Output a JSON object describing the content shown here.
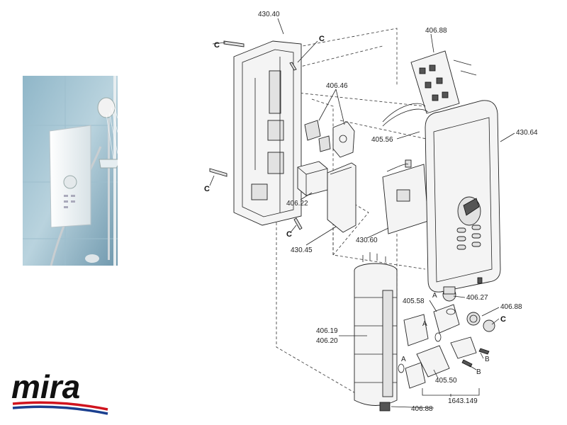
{
  "brand": {
    "logo_text": "mira"
  },
  "diagram": {
    "labels": {
      "p430_40": "430.40",
      "p406_88_top": "406.88",
      "p406_46": "406.46",
      "p405_56": "405.56",
      "p430_64": "430.64",
      "p406_22": "406.22",
      "p430_45": "430.45",
      "p430_60": "430.60",
      "p405_58": "405.58",
      "p406_27": "406.27",
      "p406_88_right": "406.88",
      "p406_19": "406.19",
      "p406_20": "406.20",
      "p405_50": "405.50",
      "p1643_149": "1643.149",
      "p406_88_bottom": "406.88"
    },
    "callouts": {
      "c1": "C",
      "c2": "C",
      "c3": "C",
      "c4": "C",
      "c5": "C",
      "a1": "A",
      "a2": "A",
      "a3": "A",
      "b1": "B",
      "b2": "B"
    }
  },
  "colors": {
    "logo_red": "#d0141e",
    "logo_blue": "#1b3f8f",
    "logo_black": "#111111"
  }
}
